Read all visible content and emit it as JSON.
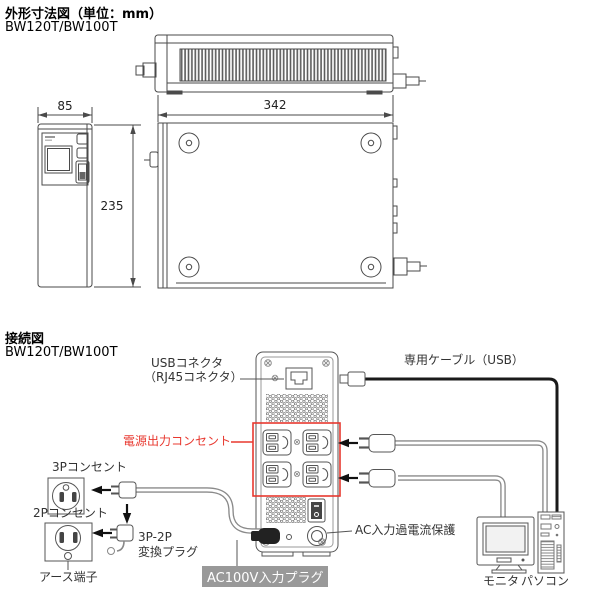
{
  "dimension_section": {
    "title": "外形寸法図（単位：mm）",
    "model": "BW120T/BW100T",
    "dims": {
      "front_width": "85",
      "height": "235",
      "main_width": "342"
    }
  },
  "connection_section": {
    "title": "接続図",
    "model": "BW120T/BW100T",
    "labels": {
      "usb_connector_line1": "USBコネクタ",
      "usb_connector_line2": "（RJ45コネクタ）",
      "dedicated_cable": "専用ケーブル（USB）",
      "power_output_outlets": "電源出力コンセント",
      "outlet_3p": "3Pコンセント",
      "outlet_2p": "2Pコンセント",
      "adapter_line1": "3P-2P",
      "adapter_line2": "変換プラグ",
      "earth_terminal": "アース端子",
      "ac_input_overcurrent": "AC入力過電流保護",
      "ac_input_plug": "AC100V入力プラグ",
      "monitor": "モニタ",
      "pc": "パソコン"
    },
    "colors": {
      "accent_red": "#e8382f",
      "plug_label_bg": "#999999"
    }
  }
}
